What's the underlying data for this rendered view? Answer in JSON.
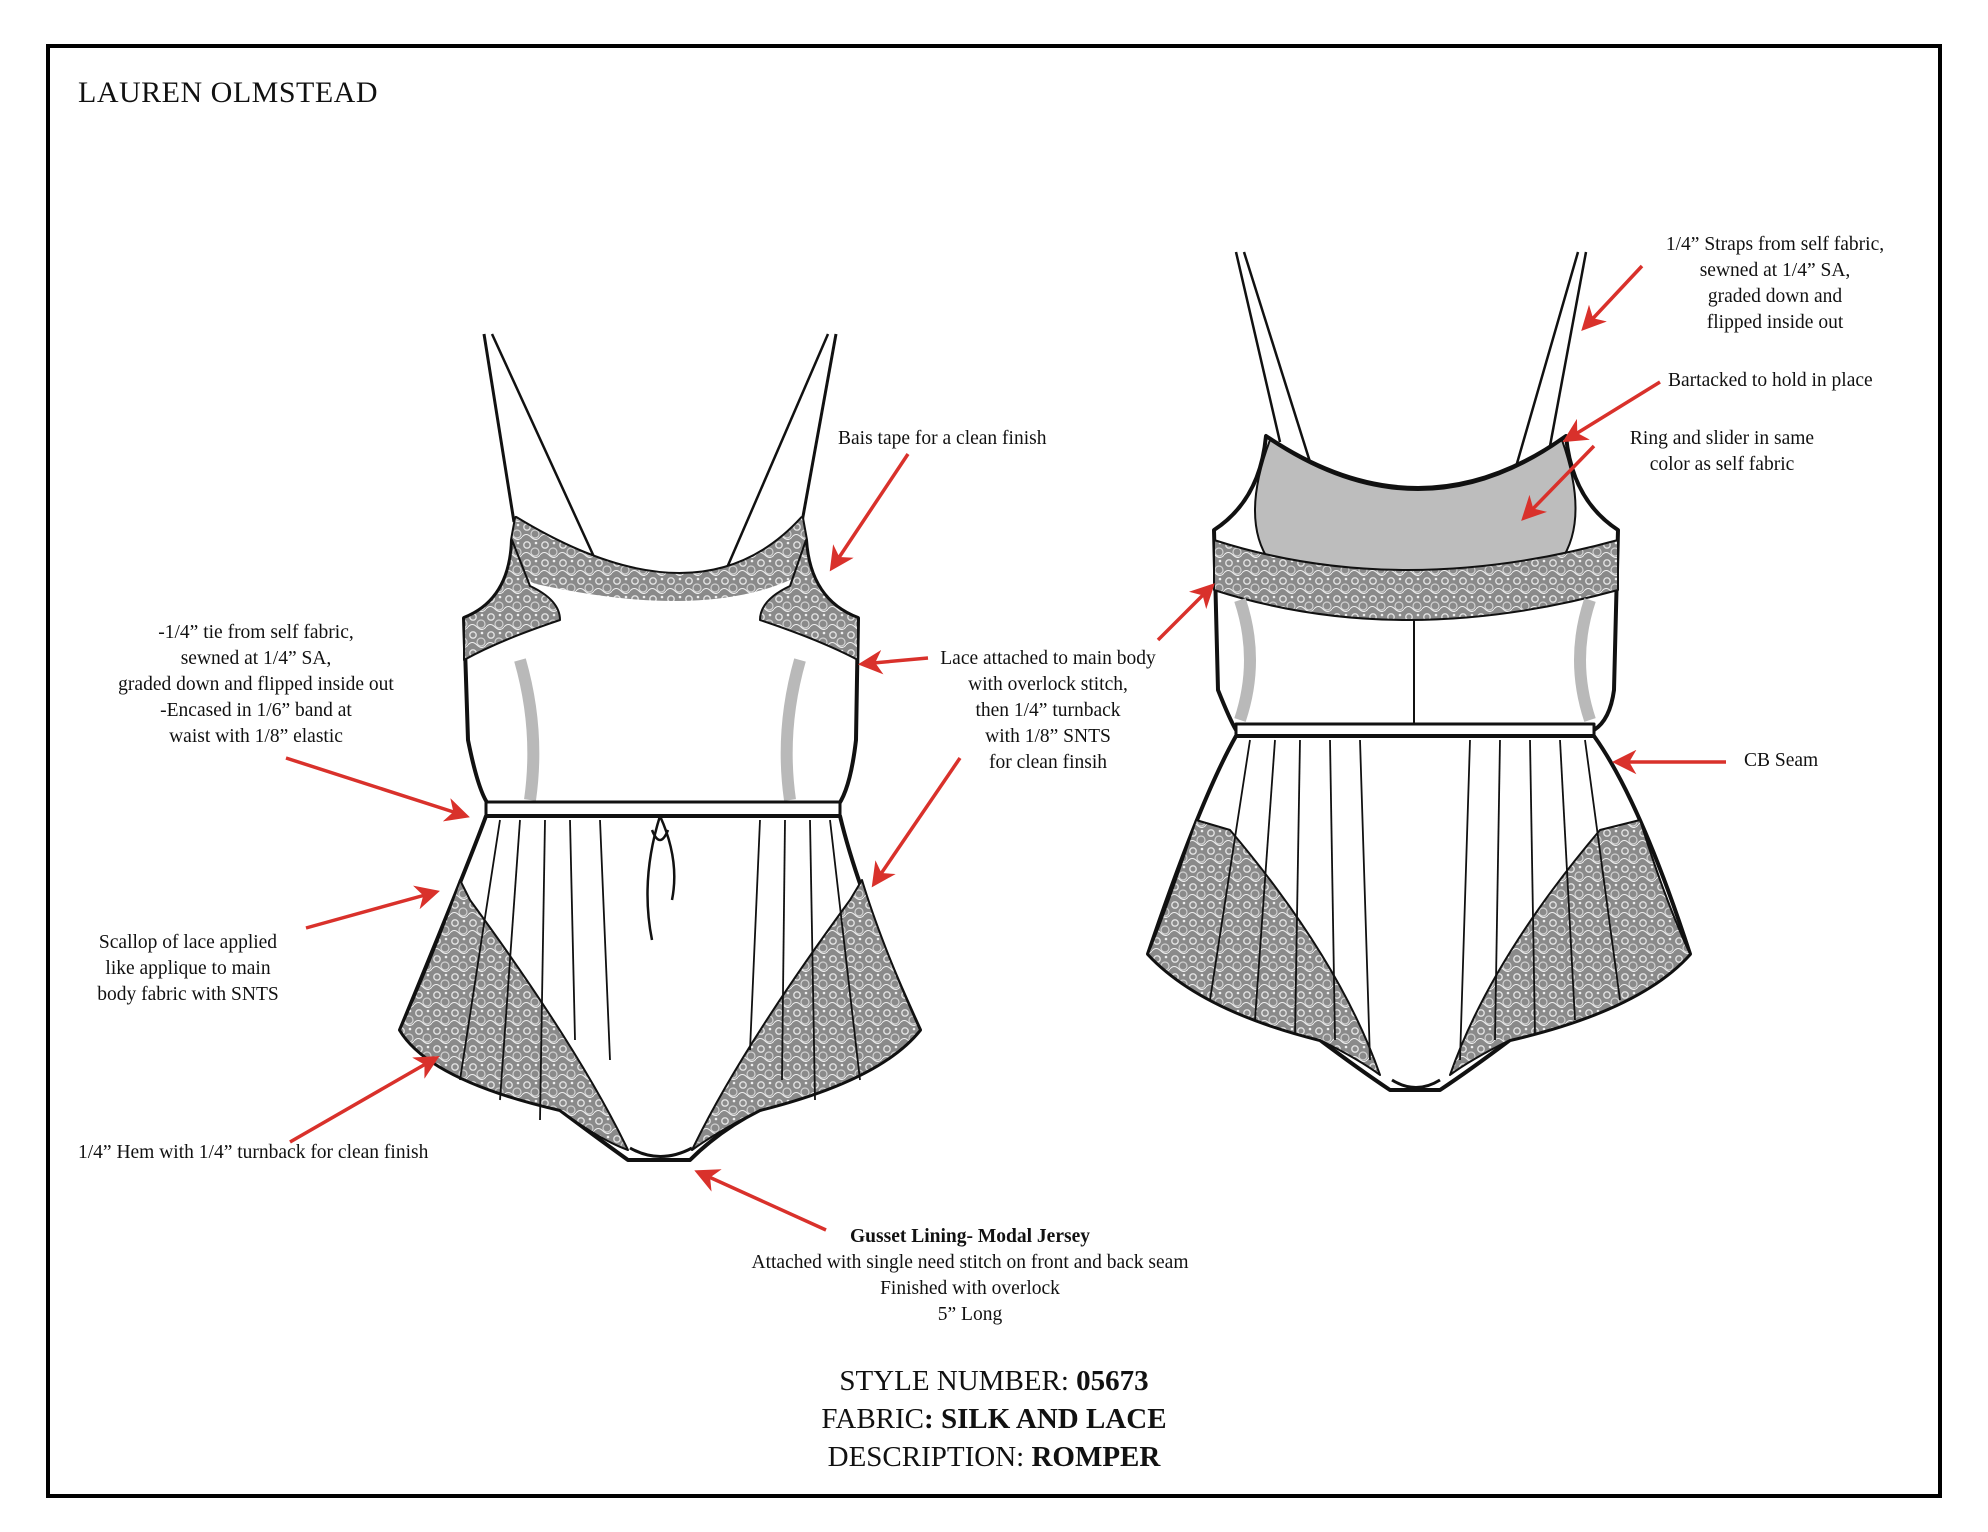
{
  "designer": "LAUREN OLMSTEAD",
  "front_notes": {
    "bias_tape": [
      "Bais tape for a clean finish"
    ],
    "tie": [
      "-1/4” tie from self fabric,",
      "sewned at 1/4” SA,",
      "graded down and flipped inside out",
      "-Encased in 1/6” band at",
      "waist with 1/8” elastic"
    ],
    "lace_attached": [
      "Lace attached to main body",
      "with overlock stitch,",
      "then 1/4” turnback",
      "with 1/8” SNTS",
      "for clean finsih"
    ],
    "scallop": [
      "Scallop of lace applied",
      "like applique to main",
      "body fabric with SNTS"
    ],
    "hem": [
      "1/4” Hem with 1/4” turnback for clean finish"
    ],
    "gusset_title": "Gusset Lining- Modal Jersey",
    "gusset_lines": [
      "Attached with single need stitch on front and back seam",
      "Finished with overlock",
      "5” Long"
    ]
  },
  "back_notes": {
    "straps": [
      "1/4” Straps from self fabric,",
      "sewned at 1/4” SA,",
      "graded down and",
      "flipped inside out"
    ],
    "bartack": [
      "Bartacked to hold in place"
    ],
    "ring_slider": [
      "Ring and slider in same",
      "color as self fabric"
    ],
    "cb_seam": [
      "CB Seam"
    ]
  },
  "spec": {
    "style_label": "STYLE NUMBER: ",
    "style_value": "05673",
    "fabric_label": "FABRIC",
    "fabric_value": ": SILK AND LACE",
    "description_label": "DESCRIPTION: ",
    "description_value": "ROMPER"
  },
  "colors": {
    "arrow": "#d9312b",
    "lace": "#8c8c8c",
    "shadow": "#b9b9b9",
    "lining": "#bdbdbd",
    "outline": "#111111"
  },
  "icons": [
    "red-arrow-icon",
    "lace-pattern"
  ]
}
